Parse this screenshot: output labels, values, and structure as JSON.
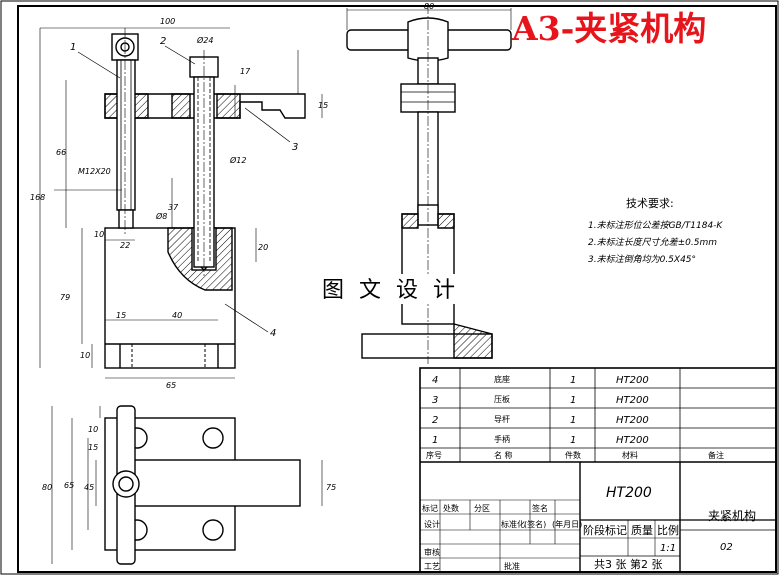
{
  "sheet_title": "A3-夹紧机构",
  "watermark": "图 文 设 计",
  "callouts": [
    "1",
    "2",
    "3",
    "4"
  ],
  "dimensions": {
    "front": [
      "100",
      "Ø24",
      "17",
      "15",
      "66",
      "M12X20",
      "Ø12",
      "Ø8",
      "168",
      "37",
      "20",
      "79",
      "22",
      "10",
      "15",
      "40",
      "10",
      "65"
    ],
    "side": [
      "80"
    ],
    "top": [
      "10",
      "15",
      "65",
      "45",
      "80",
      "75"
    ]
  },
  "tech_requirements": {
    "heading": "技术要求:",
    "items": [
      "1.未标注形位公差按GB/T1184-K",
      "2.未标注长度尺寸允差±0.5mm",
      "3.未标注倒角均为0.5X45°"
    ]
  },
  "bom": {
    "rows": [
      {
        "no": "4",
        "name": "底座",
        "qty": "1",
        "material": "HT200",
        "note": ""
      },
      {
        "no": "3",
        "name": "压板",
        "qty": "1",
        "material": "HT200",
        "note": ""
      },
      {
        "no": "2",
        "name": "导杆",
        "qty": "1",
        "material": "HT200",
        "note": ""
      },
      {
        "no": "1",
        "name": "手柄",
        "qty": "1",
        "material": "HT200",
        "note": ""
      }
    ],
    "header": {
      "no": "序号",
      "name": "名 称",
      "qty": "件数",
      "material": "材料",
      "note": "备注"
    }
  },
  "title_block": {
    "material": "HT200",
    "drawing_name": "夹紧机构",
    "drawing_no": "02",
    "labels": {
      "mark": "标记",
      "count": "处数",
      "zone": "分区",
      "sign": "签名",
      "design": "设计",
      "standard": "标准化",
      "date_sign": "(签名)",
      "date": "(年月日)",
      "stage": "阶段标记",
      "weight": "质量",
      "scale_label": "比例",
      "review": "审核",
      "craft": "工艺",
      "approve": "批准"
    },
    "scale": "1:1",
    "sheets": "共3 张 第2 张"
  }
}
